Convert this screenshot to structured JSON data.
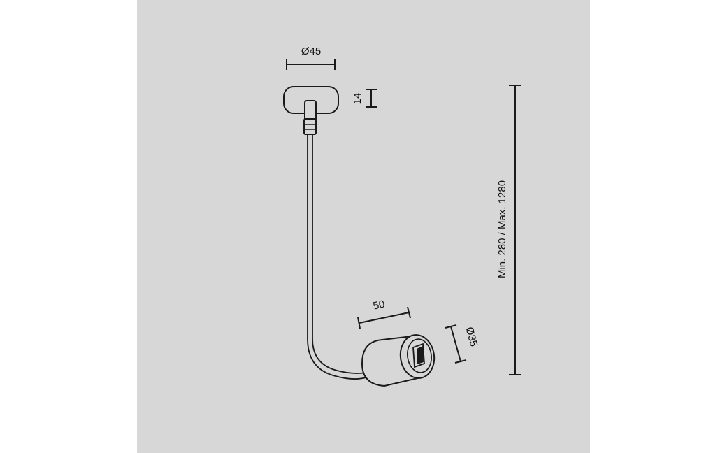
{
  "dimensions": {
    "canopy_diameter": "Ø45",
    "canopy_height": "14",
    "head_length": "50",
    "head_diameter": "Ø35",
    "cable_length": "Min. 280 / Max. 1280"
  }
}
